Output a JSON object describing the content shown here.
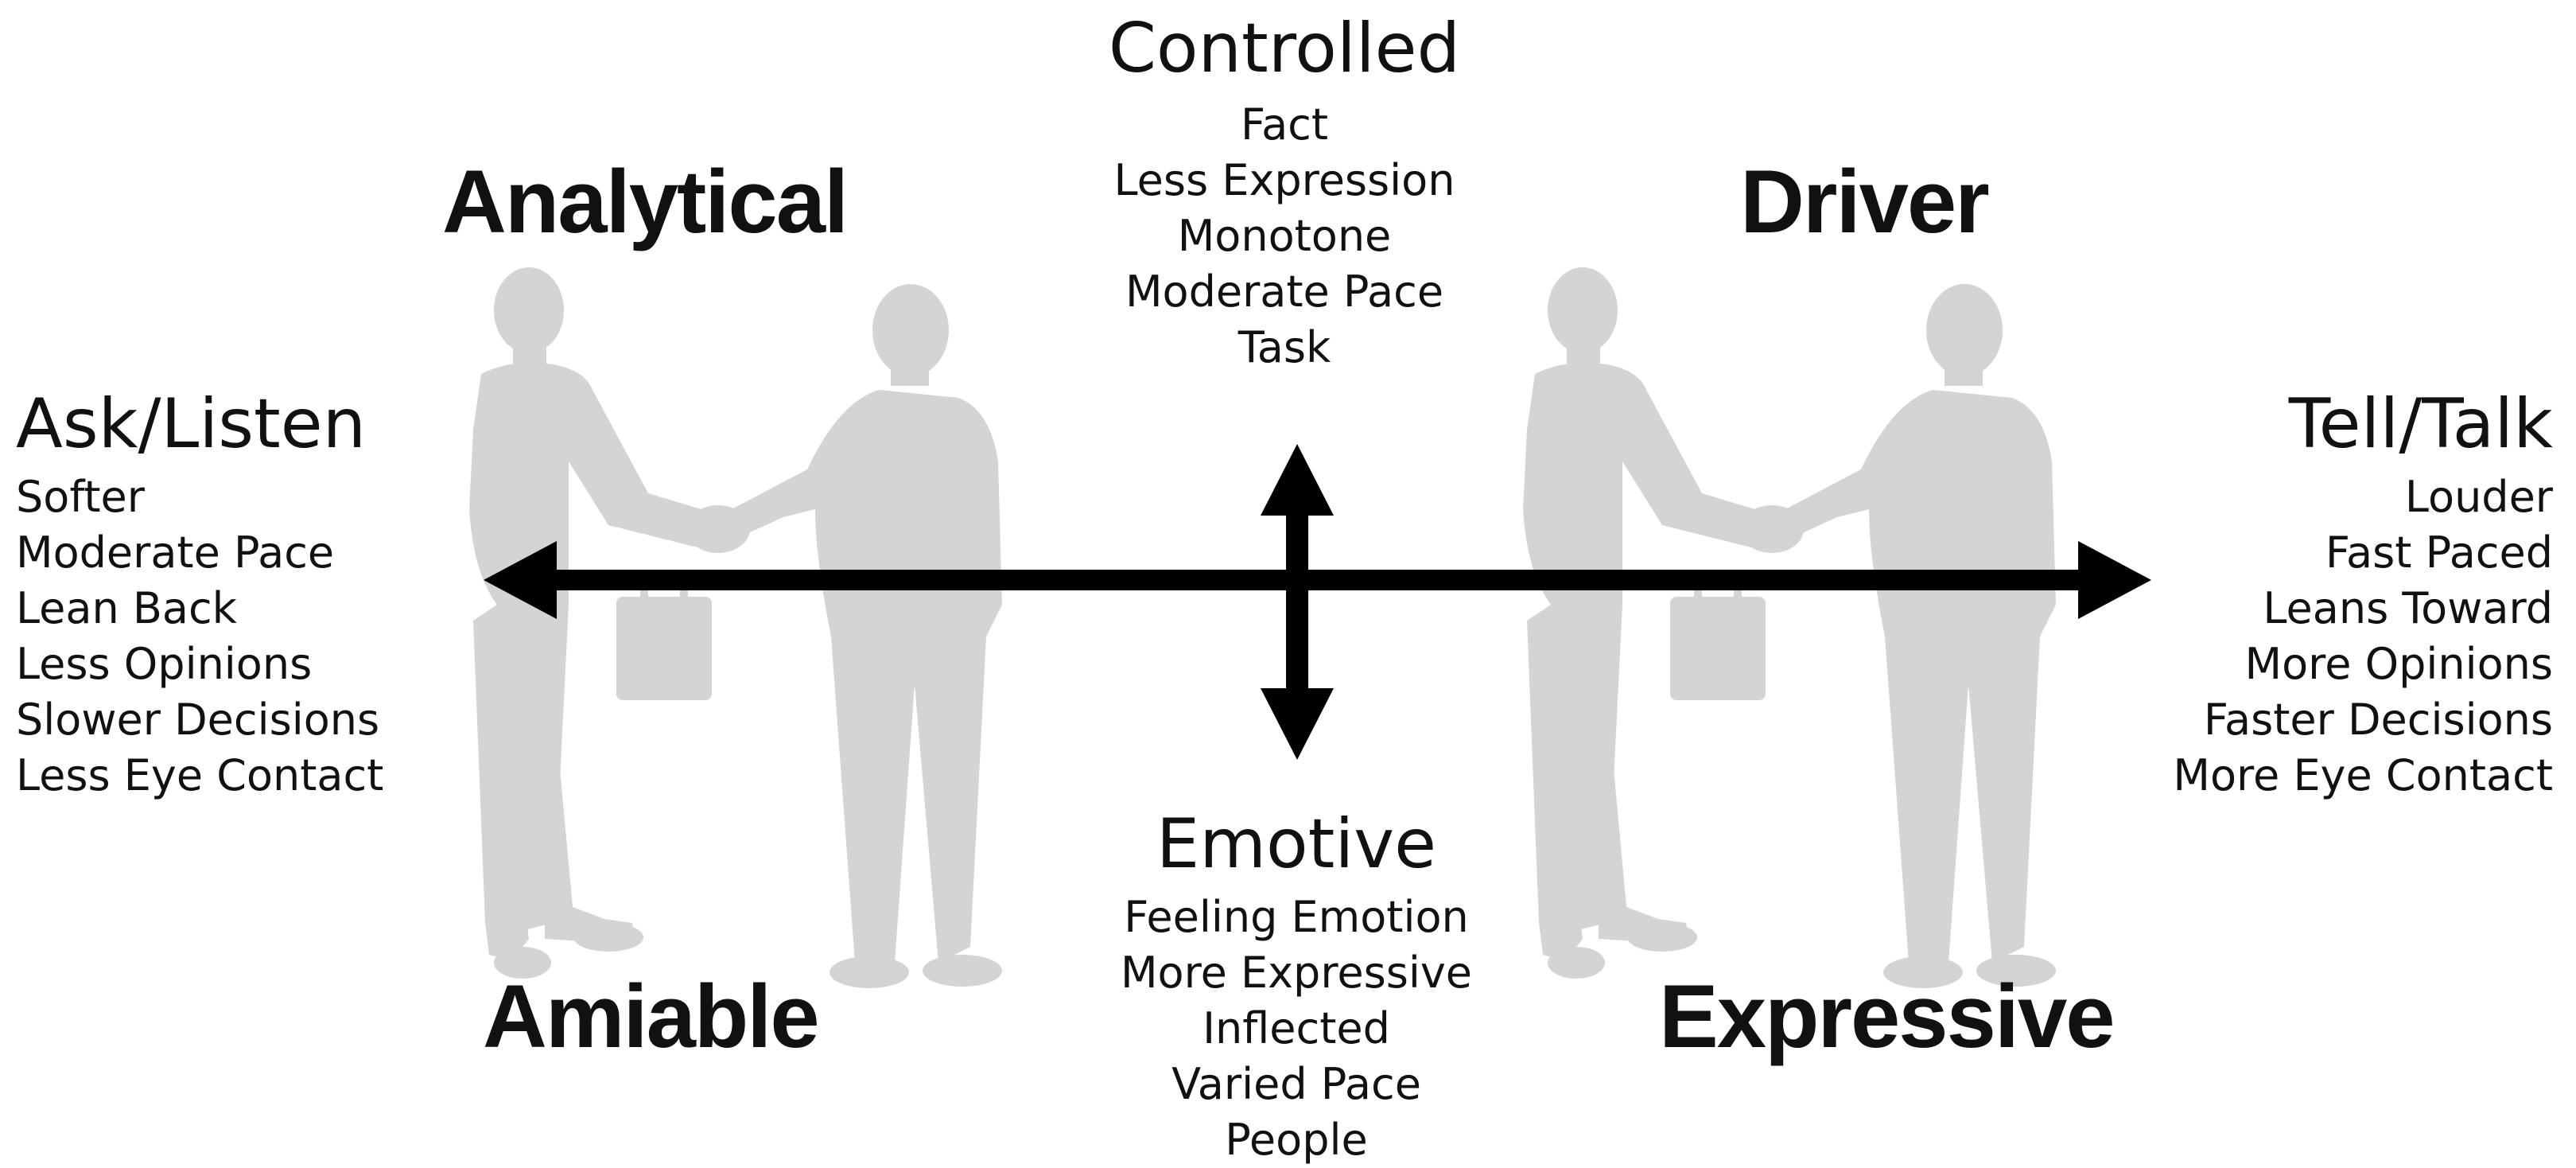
{
  "quadrants": {
    "analytical": "Analytical",
    "driver": "Driver",
    "amiable": "Amiable",
    "expressive": "Expressive"
  },
  "axes": {
    "top": {
      "title": "Controlled",
      "traits": [
        "Fact",
        "Less Expression",
        "Monotone",
        "Moderate Pace",
        "Task"
      ]
    },
    "bottom": {
      "title": "Emotive",
      "traits": [
        "Feeling Emotion",
        "More Expressive",
        "Inflected",
        "Varied Pace",
        "People"
      ]
    },
    "left": {
      "title": "Ask/Listen",
      "traits": [
        "Softer",
        "Moderate Pace",
        "Lean Back",
        "Less Opinions",
        "Slower Decisions",
        "Less Eye Contact"
      ]
    },
    "right": {
      "title": "Tell/Talk",
      "traits": [
        "Louder",
        "Fast Paced",
        "Leans Toward",
        "More Opinions",
        "Faster Decisions",
        "More Eye Contact"
      ]
    }
  },
  "illustration": {
    "left": "handshake-silhouette-icon",
    "right": "handshake-silhouette-icon"
  },
  "colors": {
    "silhouette": "#d4d4d4",
    "arrow": "#000000",
    "text": "#111111"
  }
}
